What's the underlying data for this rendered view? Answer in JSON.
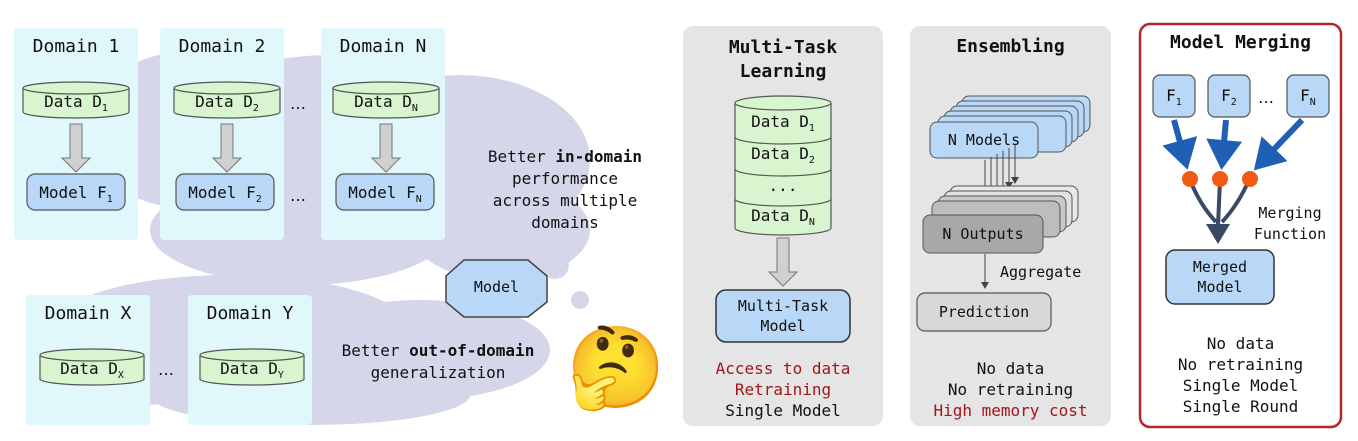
{
  "domains_top": [
    {
      "title": "Domain 1",
      "data": "Data D",
      "data_sub": "1",
      "model": "Model F",
      "model_sub": "1"
    },
    {
      "title": "Domain 2",
      "data": "Data D",
      "data_sub": "2",
      "model": "Model F",
      "model_sub": "2"
    },
    {
      "title": "Domain N",
      "data": "Data D",
      "data_sub": "N",
      "model": "Model F",
      "model_sub": "N"
    }
  ],
  "domains_bottom": [
    {
      "title": "Domain X",
      "data": "Data D",
      "data_sub": "X"
    },
    {
      "title": "Domain Y",
      "data": "Data D",
      "data_sub": "Y"
    }
  ],
  "ellipsis": "…",
  "ellipsis_text": "...",
  "in_domain": {
    "pre": "Better ",
    "bold": "in-domain",
    "line2": "performance",
    "line3": "across multiple",
    "line4": "domains"
  },
  "out_domain": {
    "pre": "Better ",
    "bold": "out-of-domain",
    "line2": "generalization"
  },
  "thought_model": "Model",
  "thinking_emoji": "🤔",
  "mtl": {
    "title1": "Multi-Task",
    "title2": "Learning",
    "stack": [
      {
        "label": "Data D",
        "sub": "1"
      },
      {
        "label": "Data D",
        "sub": "2"
      },
      {
        "label": "...",
        "sub": ""
      },
      {
        "label": "Data D",
        "sub": "N"
      }
    ],
    "model1": "Multi-Task",
    "model2": "Model",
    "notes": [
      "Access to data",
      "Retraining",
      "Single Model"
    ]
  },
  "ensembling": {
    "title": "Ensembling",
    "models": "N Models",
    "outputs": "N Outputs",
    "aggregate": "Aggregate",
    "prediction": "Prediction",
    "notes": [
      "No data",
      "No retraining",
      "High memory cost"
    ]
  },
  "merging": {
    "title": "Model Merging",
    "f_label": "F",
    "f_subs": [
      "1",
      "2",
      "N"
    ],
    "merging_function1": "Merging",
    "merging_function2": "Function",
    "merged1": "Merged",
    "merged2": "Model",
    "notes": [
      "No data",
      "No retraining",
      "Single Model",
      "Single Round"
    ]
  },
  "colors": {
    "panel_bg": "#e5e5e5",
    "domain_bg": "#e0f7fb",
    "cloud": "#d6d6ea",
    "data_green": "#d8f5cf",
    "model_blue": "#b9d7f7",
    "output_grey": "#a8a8a8",
    "prediction_grey": "#d8d8d8",
    "red_text": "#a6141b",
    "merge_border": "#b3262a",
    "arrow_blue": "#1f5fb4",
    "dot_orange": "#f05a12"
  }
}
